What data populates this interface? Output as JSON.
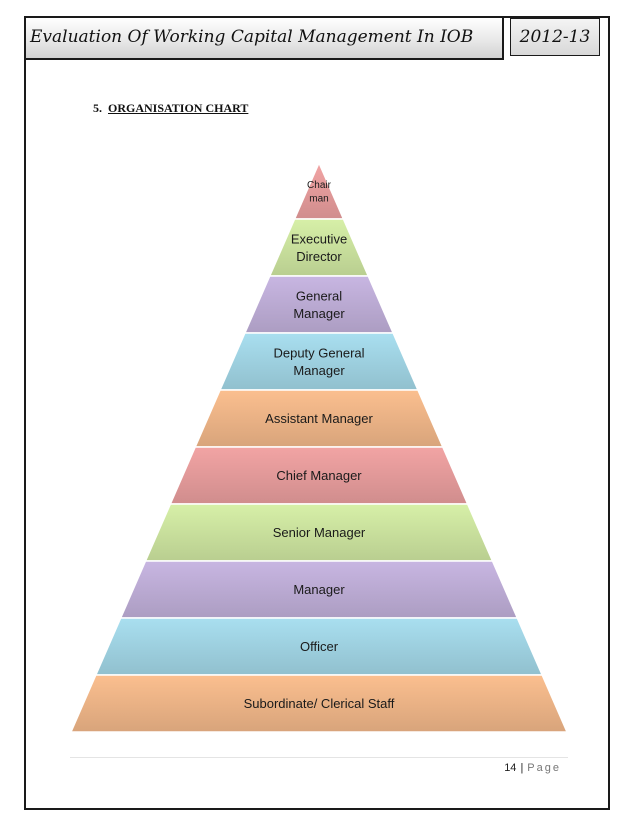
{
  "header": {
    "title": "Evaluation Of Working Capital Management In IOB",
    "year": "2012-13"
  },
  "section": {
    "number": "5.",
    "title": "ORGANISATION CHART"
  },
  "pyramid_levels": [
    {
      "lines": [
        "Chair",
        "man"
      ],
      "color": "#f2a4a4"
    },
    {
      "lines": [
        "Executive",
        "Director"
      ],
      "color": "#d7f0a8"
    },
    {
      "lines": [
        "General",
        "Manager"
      ],
      "color": "#c8b6e2"
    },
    {
      "lines": [
        "Deputy General",
        "Manager"
      ],
      "color": "#a9dff0"
    },
    {
      "lines": [
        "Assistant Manager"
      ],
      "color": "#fbbf8f"
    },
    {
      "lines": [
        "Chief Manager"
      ],
      "color": "#f2a4a4"
    },
    {
      "lines": [
        "Senior Manager"
      ],
      "color": "#d7f0a8"
    },
    {
      "lines": [
        "Manager"
      ],
      "color": "#c8b6e2"
    },
    {
      "lines": [
        "Officer"
      ],
      "color": "#a9dff0"
    },
    {
      "lines": [
        "Subordinate/ Clerical Staff"
      ],
      "color": "#fbbf8f"
    }
  ],
  "footer": {
    "page_number": "14",
    "separator": "|",
    "page_word": "Page"
  }
}
